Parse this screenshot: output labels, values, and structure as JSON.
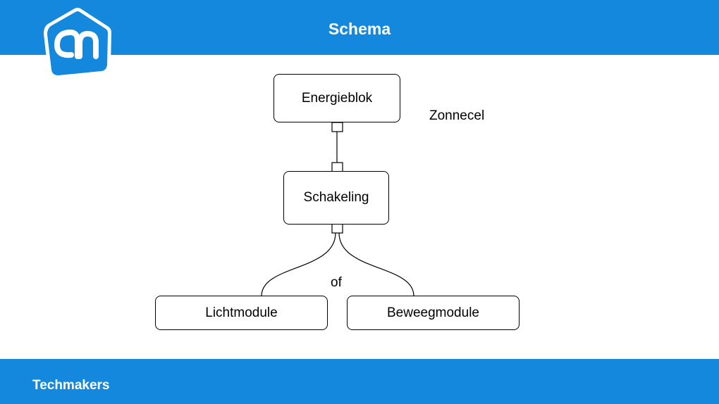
{
  "header": {
    "title": "Schema",
    "brand_color": "#1488dc",
    "logo": "ah-logo"
  },
  "diagram": {
    "nodes": {
      "energieblok": "Energieblok",
      "schakeling": "Schakeling",
      "lichtmodule": "Lichtmodule",
      "beweegmodule": "Beweegmodule"
    },
    "side_label": "Zonnecel",
    "branch_label": "of"
  },
  "footer": {
    "text": "Techmakers"
  }
}
